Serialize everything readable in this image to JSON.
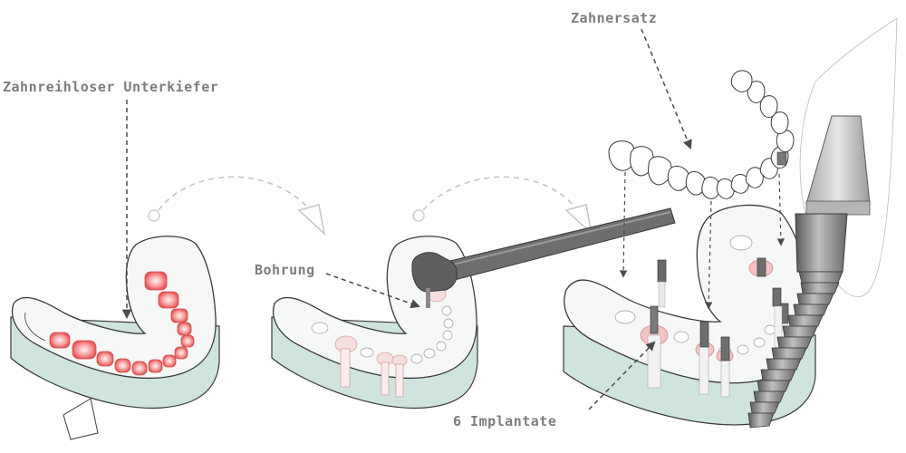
{
  "labels": {
    "toothless_jaw": "Zahnreihloser Unterkiefer",
    "denture": "Zahnersatz",
    "drilling": "Bohrung",
    "implants": "6 Implantate"
  },
  "colors": {
    "gum": "#f5f8f7",
    "jaw_base": "#cfe3df",
    "outline": "#3a3a3a",
    "highlight": "#e85a5a",
    "label": "#7d7d7d",
    "metal_dark": "#6e6e6e",
    "metal_light": "#c9c9c9",
    "arrow": "#4a4a4a",
    "flow_arrow": "#bdbdbd"
  }
}
